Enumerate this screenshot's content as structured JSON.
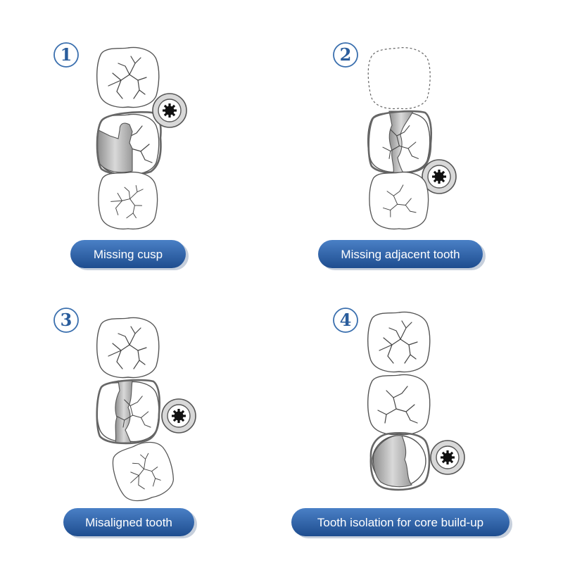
{
  "panels": [
    {
      "number": "1",
      "label": "Missing cusp"
    },
    {
      "number": "2",
      "label": "Missing adjacent tooth"
    },
    {
      "number": "3",
      "label": "Misaligned tooth"
    },
    {
      "number": "4",
      "label": "Tooth isolation for core build-up"
    }
  ],
  "colors": {
    "accent": "#2a5d9c",
    "pill_top": "#3f76bd",
    "pill_bottom": "#1f4f91",
    "restoration_fill": "#bdbdbd",
    "tooth_outline": "#555555"
  },
  "icons": [
    "band-clamp-icon"
  ]
}
